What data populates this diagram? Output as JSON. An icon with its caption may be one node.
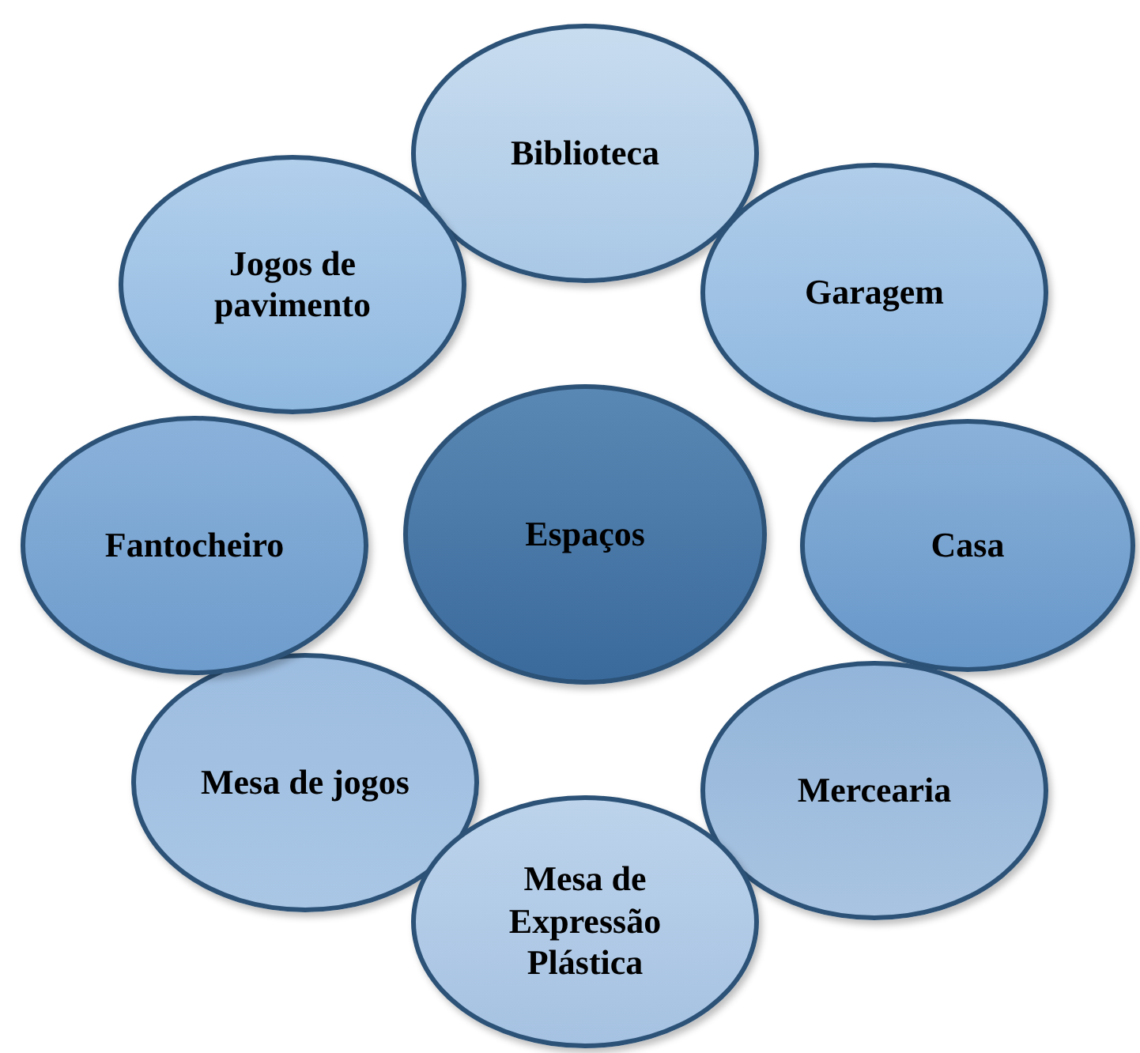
{
  "diagram": {
    "nodes": [
      {
        "text": [
          "Espaços"
        ]
      },
      {
        "text": [
          "Biblioteca"
        ]
      },
      {
        "text": [
          "Garagem"
        ]
      },
      {
        "text": [
          "Casa"
        ]
      },
      {
        "text": [
          "Mercearia"
        ]
      },
      {
        "text": [
          "Mesa de Expressão Plástica"
        ]
      },
      {
        "text": [
          "Mesa de jogos"
        ]
      },
      {
        "text": [
          "Fantocheiro"
        ]
      },
      {
        "text": [
          "Jogos de pavimento"
        ]
      }
    ]
  }
}
